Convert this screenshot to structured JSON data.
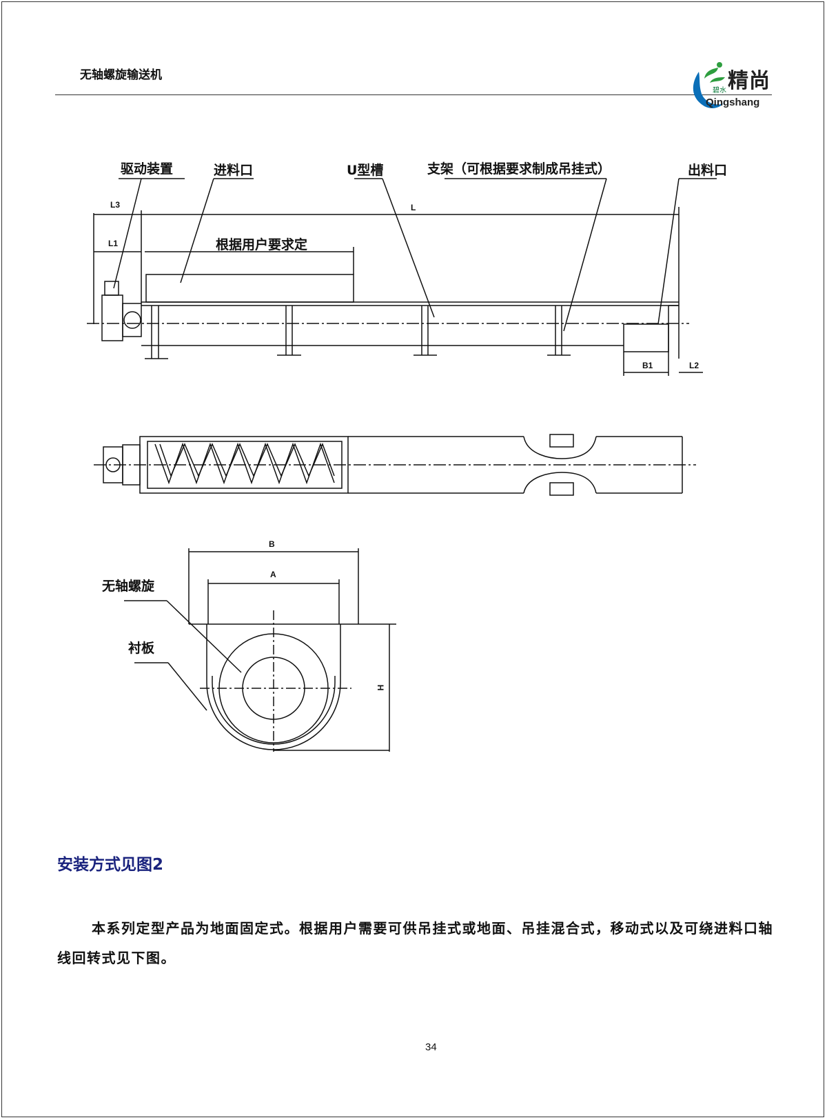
{
  "header": {
    "title": "无轴螺旋输送机",
    "logo": {
      "chinese": "精尚",
      "small": "碧水",
      "english": "Qingshang",
      "brand_color": "#0b6fb8",
      "leaf_color": "#2e9e3f",
      "icon": "water-drop-leaf-icon"
    }
  },
  "drawing": {
    "labels": {
      "drive": "驱动装置",
      "inlet": "进料口",
      "trough": "U型槽",
      "support": "支架（可根据要求制成吊挂式）",
      "outlet": "出料口",
      "inlet_length": "根据用户要求定",
      "spiral": "无轴螺旋",
      "liner": "衬板"
    },
    "dimensions": {
      "L3": "L3",
      "L": "L",
      "L1": "L1",
      "B1": "B1",
      "L2": "L2",
      "B": "B",
      "A": "A",
      "H": "H"
    }
  },
  "section": {
    "heading": "安装方式见图2",
    "body": "本系列定型产品为地面固定式。根据用户需要可供吊挂式或地面、吊挂混合式，移动式以及可绕进料口轴线回转式见下图。"
  },
  "footer": {
    "page_number": "34"
  }
}
